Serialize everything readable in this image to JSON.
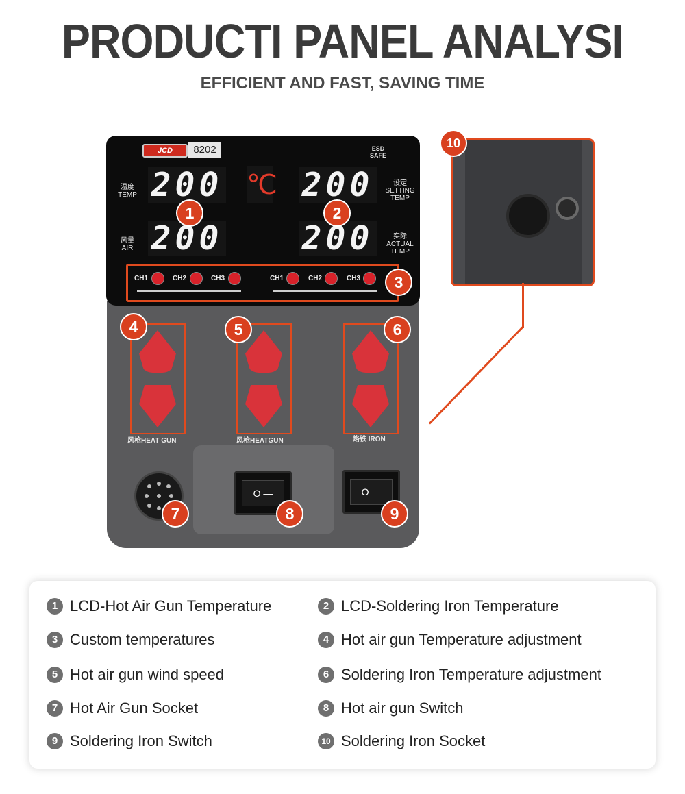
{
  "header": {
    "title": "PRODUCTI PANEL ANALYSI",
    "subtitle": "EFFICIENT AND FAST, SAVING TIME"
  },
  "device": {
    "brand": "JCD",
    "model": "8202",
    "esd_label": "ESD SAFE",
    "unit_symbol": "℃",
    "displays": {
      "temp": "200",
      "air": "200",
      "setting_temp": "200",
      "actual_temp": "200"
    },
    "labels": {
      "temp_cn": "温度",
      "temp_en": "TEMP",
      "air_cn": "风量",
      "air_en": "AIR",
      "setting_cn": "设定",
      "setting_en": "SETTING",
      "setting_temp": "TEMP",
      "actual_cn": "实际",
      "actual_en": "ACTUAL",
      "actual_temp": "TEMP"
    },
    "channels_left": [
      "CH1",
      "CH2",
      "CH3"
    ],
    "channels_right": [
      "CH1",
      "CH2",
      "CH3"
    ],
    "button_group_labels": {
      "heat_gun_left": "风枪HEAT GUN",
      "heat_gun_mid": "风枪HEATGUN",
      "iron": "烙铁 IRON"
    },
    "switch_glyph": "O —",
    "colors": {
      "accent": "#e04a1e",
      "button_red": "#d9333a",
      "panel": "#0c0c0c",
      "body": "#5a5a5c"
    }
  },
  "badges": [
    "1",
    "2",
    "3",
    "4",
    "5",
    "6",
    "7",
    "8",
    "9",
    "10"
  ],
  "legend": {
    "items": [
      {
        "num": "1",
        "text": "LCD-Hot Air Gun Temperature"
      },
      {
        "num": "2",
        "text": "LCD-Soldering Iron Temperature"
      },
      {
        "num": "3",
        "text": "Custom temperatures"
      },
      {
        "num": "4",
        "text": "Hot air gun Temperature adjustment"
      },
      {
        "num": "5",
        "text": "Hot air gun wind speed"
      },
      {
        "num": "6",
        "text": "Soldering Iron Temperature adjustment"
      },
      {
        "num": "7",
        "text": "Hot Air Gun Socket"
      },
      {
        "num": "8",
        "text": "Hot air gun Switch"
      },
      {
        "num": "9",
        "text": "Soldering Iron Switch"
      },
      {
        "num": "10",
        "text": "Soldering Iron Socket"
      }
    ]
  }
}
